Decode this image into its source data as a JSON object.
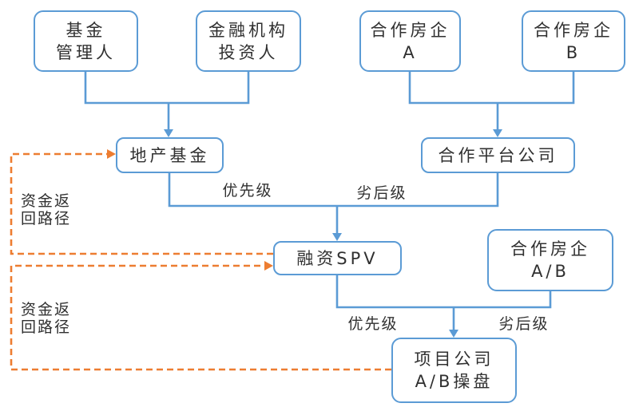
{
  "diagram": {
    "title": "real-estate-fund-financing-structure",
    "boxes": {
      "fund_manager": {
        "label": "基金\n管理人"
      },
      "institutional_investor": {
        "label": "金融机构\n投资人"
      },
      "partner_developer_a": {
        "label": "合作房企\nA"
      },
      "partner_developer_b": {
        "label": "合作房企\nB"
      },
      "real_estate_fund": {
        "label": "地产基金"
      },
      "platform_company": {
        "label": "合作平台公司"
      },
      "financing_spv": {
        "label": "融资SPV"
      },
      "partner_developer_ab": {
        "label": "合作房企\nA/B"
      },
      "project_company": {
        "label": "项目公司\nA/B操盘"
      }
    },
    "edge_labels": {
      "senior_1": "优先级",
      "junior_1": "劣后级",
      "senior_2": "优先级",
      "junior_2": "劣后级"
    },
    "return_path_labels": {
      "upper": "资金返\n回路径",
      "lower": "资金返\n回路径"
    },
    "colors": {
      "box_border": "#5B9BD5",
      "connector": "#5B9BD5",
      "return_path": "#ED7D31",
      "text": "#303030"
    }
  }
}
